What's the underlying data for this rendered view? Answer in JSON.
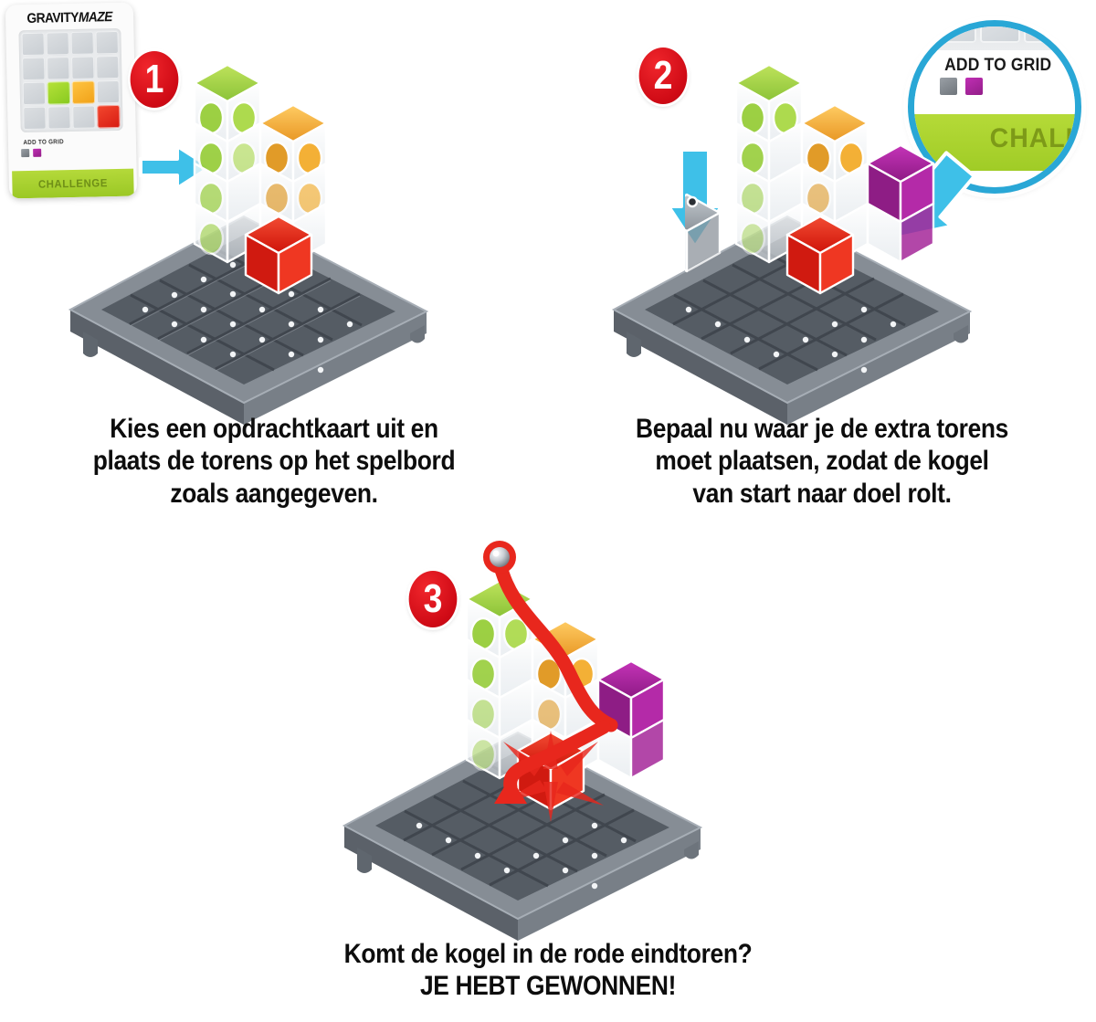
{
  "document": {
    "title": "Gravity Maze - speluitleg",
    "language": "nl",
    "background_color": "#ffffff"
  },
  "colors": {
    "badge_red": "#d00a14",
    "arrow_blue": "#29a7d6",
    "board_grey": "#6e757e",
    "card_band_green": "#a9d230",
    "tower_green": "#8cc63f",
    "tower_orange": "#f2a31c",
    "tower_magenta": "#a8219b",
    "tower_red": "#e32119",
    "tower_grey": "#9aa0a6",
    "path_red": "#e8271d"
  },
  "steps": [
    {
      "number": "1",
      "badge_name": "step-number-1",
      "caption_lines": [
        "Kies een opdrachtkaart uit en",
        "plaats de torens op het spelbord",
        "zoals aangegeven."
      ],
      "card": {
        "logo_first": "GRAVITY",
        "logo_second": "MAZE",
        "add_to_grid_label": "ADD TO GRID",
        "band_label": "CHALLENGE",
        "grid_rows": 4,
        "grid_cols": 4,
        "grid_cells": [
          "",
          "",
          "",
          "",
          "",
          "",
          "",
          "",
          "",
          "green",
          "orange",
          "",
          "",
          "",
          "",
          "red"
        ],
        "add_icons": [
          "gray",
          "magenta"
        ]
      },
      "arrow": {
        "name": "arrow-card-to-board",
        "direction": "right"
      },
      "towers": [
        {
          "color": "green",
          "height": 4,
          "label": "groene toren"
        },
        {
          "color": "orange",
          "height": 3,
          "label": "oranje toren"
        },
        {
          "color": "red",
          "height": 1,
          "label": "rode eindtoren"
        }
      ]
    },
    {
      "number": "2",
      "badge_name": "step-number-2",
      "caption_lines": [
        "Bepaal nu waar je de extra torens",
        "moet plaatsen, zodat de kogel",
        "van start naar doel rolt."
      ],
      "magnifier": {
        "name": "magnifier-inset",
        "add_to_grid_label": "ADD TO GRID",
        "band_label": "CHALL",
        "add_icons": [
          "gray",
          "magenta"
        ]
      },
      "arrows": [
        {
          "name": "arrow-place-grey-tower",
          "direction": "down"
        },
        {
          "name": "arrow-magnifier-to-board",
          "direction": "down-left"
        }
      ],
      "towers": [
        {
          "color": "green",
          "height": 4,
          "label": "groene toren"
        },
        {
          "color": "orange",
          "height": 3,
          "label": "oranje toren"
        },
        {
          "color": "magenta",
          "height": 2,
          "label": "paarse toren"
        },
        {
          "color": "grey",
          "height": 1,
          "label": "grijze starttoren"
        },
        {
          "color": "red",
          "height": 1,
          "label": "rode eindtoren"
        }
      ]
    },
    {
      "number": "3",
      "badge_name": "step-number-3",
      "caption_lines": [
        "Komt de kogel in de rode eindtoren?"
      ],
      "caption_win": "JE HEBT GEWONNEN!",
      "ball": {
        "name": "steel-ball",
        "label": "kogel"
      },
      "path": {
        "name": "ball-path-arrow",
        "color": "#e8271d"
      },
      "impact": {
        "name": "impact-burst",
        "color": "#e8271d"
      },
      "towers": [
        {
          "color": "green",
          "height": 4,
          "label": "groene toren"
        },
        {
          "color": "orange",
          "height": 3,
          "label": "oranje toren"
        },
        {
          "color": "magenta",
          "height": 2,
          "label": "paarse toren"
        },
        {
          "color": "red",
          "height": 1,
          "label": "rode eindtoren"
        }
      ]
    }
  ]
}
